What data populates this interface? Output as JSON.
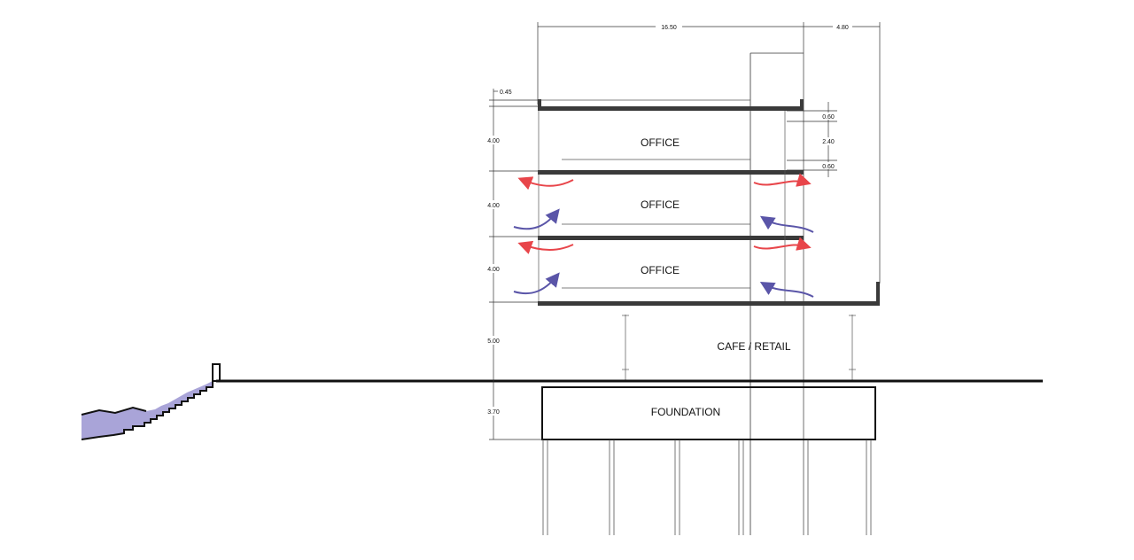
{
  "dimensions": {
    "width_main": "16.50",
    "width_cantilever": "4.80",
    "parapet": "0.45",
    "floor_heights": [
      "4.00",
      "4.00",
      "4.00"
    ],
    "ground_floor_height": "5.00",
    "foundation_depth": "3.70",
    "window_sill": "0.60",
    "window_height": "2.40",
    "window_head": "0.60"
  },
  "rooms": {
    "office_top": "OFFICE",
    "office_mid": "OFFICE",
    "office_low": "OFFICE",
    "ground": "CAFE / RETAIL",
    "foundation": "FOUNDATION"
  },
  "colors": {
    "warm_air": "#e8454a",
    "cool_air": "#5a55a8",
    "water": "#a9a4d8",
    "slab": "#3a3a3a"
  }
}
